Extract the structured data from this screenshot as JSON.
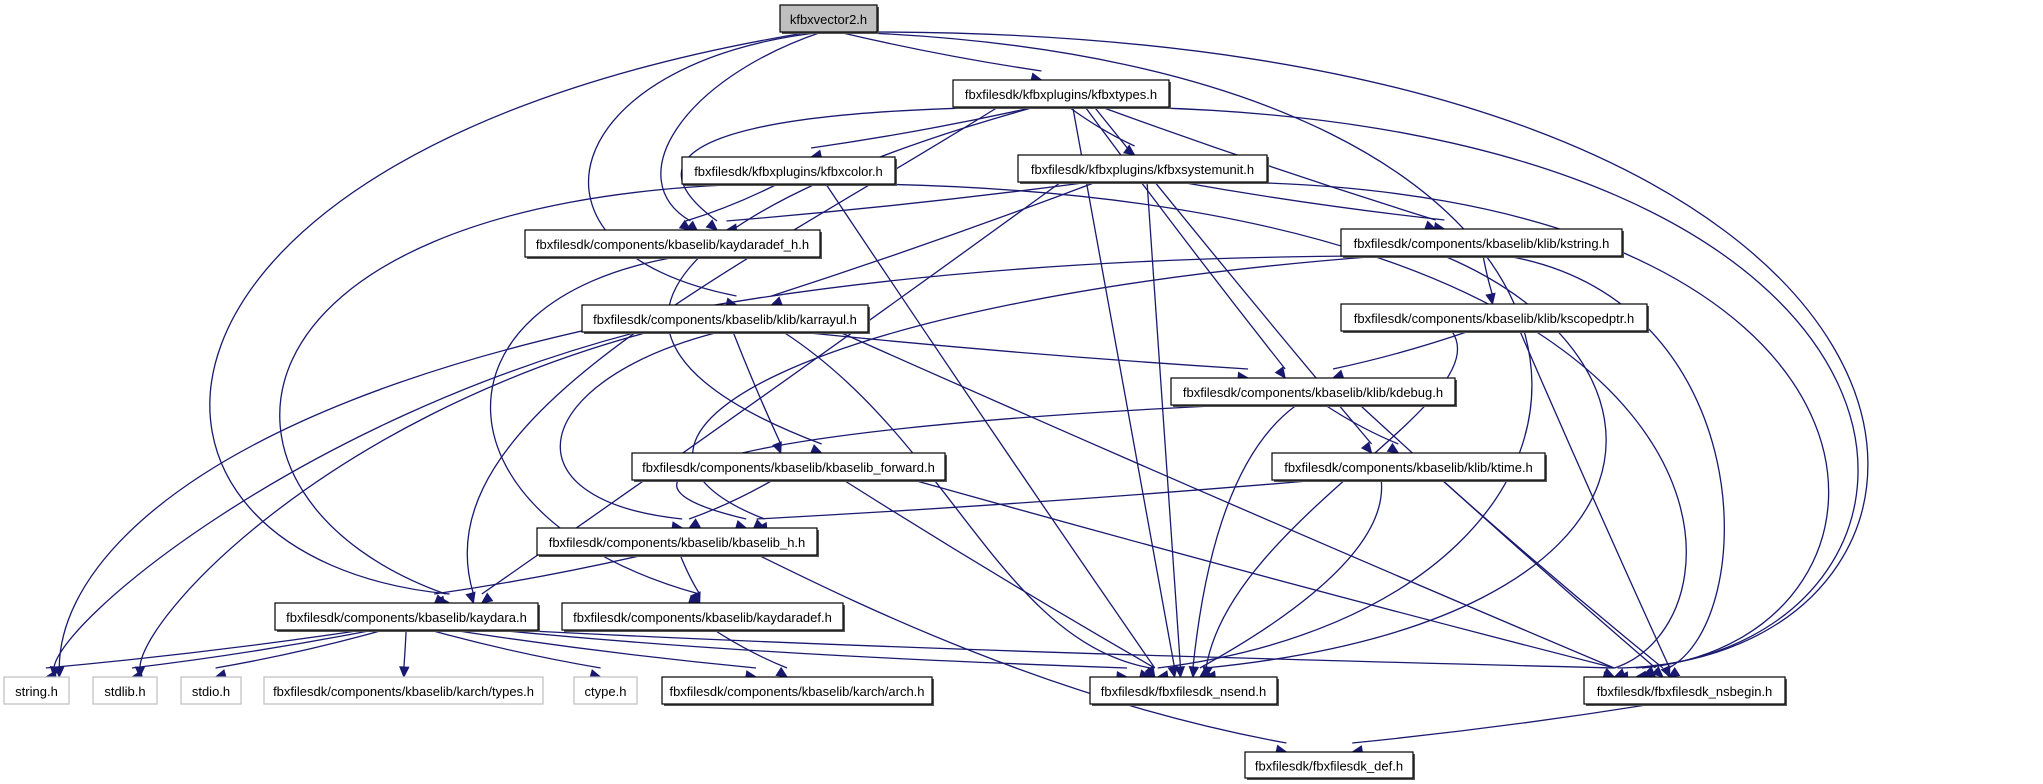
{
  "diagram": {
    "title": "kfbxvector2.h include dependency graph",
    "colors": {
      "edge": "#191970",
      "root_fill": "#bfbfbf",
      "node_border": "#000000",
      "external_border": "#bfbfbf"
    },
    "nodes": [
      {
        "id": "kfbxvector2",
        "label": "kfbxvector2.h",
        "kind": "root"
      },
      {
        "id": "kfbxtypes",
        "label": "fbxfilesdk/kfbxplugins/kfbxtypes.h",
        "kind": "internal"
      },
      {
        "id": "kfbxcolor",
        "label": "fbxfilesdk/kfbxplugins/kfbxcolor.h",
        "kind": "internal"
      },
      {
        "id": "kfbxsystemunit",
        "label": "fbxfilesdk/kfbxplugins/kfbxsystemunit.h",
        "kind": "internal"
      },
      {
        "id": "kaydaradef_h",
        "label": "fbxfilesdk/components/kbaselib/kaydaradef_h.h",
        "kind": "internal"
      },
      {
        "id": "kstring",
        "label": "fbxfilesdk/components/kbaselib/klib/kstring.h",
        "kind": "internal"
      },
      {
        "id": "karrayul",
        "label": "fbxfilesdk/components/kbaselib/klib/karrayul.h",
        "kind": "internal"
      },
      {
        "id": "kscopedptr",
        "label": "fbxfilesdk/components/kbaselib/klib/kscopedptr.h",
        "kind": "internal"
      },
      {
        "id": "kdebug",
        "label": "fbxfilesdk/components/kbaselib/klib/kdebug.h",
        "kind": "internal"
      },
      {
        "id": "kbaselib_forward",
        "label": "fbxfilesdk/components/kbaselib/kbaselib_forward.h",
        "kind": "internal"
      },
      {
        "id": "ktime",
        "label": "fbxfilesdk/components/kbaselib/klib/ktime.h",
        "kind": "internal"
      },
      {
        "id": "kbaselib_h",
        "label": "fbxfilesdk/components/kbaselib/kbaselib_h.h",
        "kind": "internal"
      },
      {
        "id": "kaydara",
        "label": "fbxfilesdk/components/kbaselib/kaydara.h",
        "kind": "internal"
      },
      {
        "id": "kaydaradef",
        "label": "fbxfilesdk/components/kbaselib/kaydaradef.h",
        "kind": "internal"
      },
      {
        "id": "string_h",
        "label": "string.h",
        "kind": "external"
      },
      {
        "id": "stdlib_h",
        "label": "stdlib.h",
        "kind": "external"
      },
      {
        "id": "stdio_h",
        "label": "stdio.h",
        "kind": "external"
      },
      {
        "id": "types_h",
        "label": "fbxfilesdk/components/kbaselib/karch/types.h",
        "kind": "external"
      },
      {
        "id": "ctype_h",
        "label": "ctype.h",
        "kind": "external"
      },
      {
        "id": "arch_h",
        "label": "fbxfilesdk/components/kbaselib/karch/arch.h",
        "kind": "internal"
      },
      {
        "id": "nsend",
        "label": "fbxfilesdk/fbxfilesdk_nsend.h",
        "kind": "internal"
      },
      {
        "id": "nsbegin",
        "label": "fbxfilesdk/fbxfilesdk_nsbegin.h",
        "kind": "internal"
      },
      {
        "id": "def",
        "label": "fbxfilesdk/fbxfilesdk_def.h",
        "kind": "internal"
      }
    ],
    "edges": [
      [
        "kfbxvector2",
        "kfbxtypes"
      ],
      [
        "kfbxvector2",
        "kaydaradef_h"
      ],
      [
        "kfbxvector2",
        "karrayul"
      ],
      [
        "kfbxvector2",
        "kaydara"
      ],
      [
        "kfbxvector2",
        "nsend"
      ],
      [
        "kfbxvector2",
        "nsbegin"
      ],
      [
        "kfbxtypes",
        "kfbxcolor"
      ],
      [
        "kfbxtypes",
        "kfbxsystemunit"
      ],
      [
        "kfbxtypes",
        "kaydaradef_h"
      ],
      [
        "kfbxtypes",
        "kstring"
      ],
      [
        "kfbxtypes",
        "kdebug"
      ],
      [
        "kfbxtypes",
        "ktime"
      ],
      [
        "kfbxtypes",
        "kbaselib_forward"
      ],
      [
        "kfbxtypes",
        "kaydara"
      ],
      [
        "kfbxtypes",
        "nsend"
      ],
      [
        "kfbxtypes",
        "nsbegin"
      ],
      [
        "kfbxcolor",
        "kaydaradef_h"
      ],
      [
        "kfbxcolor",
        "kaydara"
      ],
      [
        "kfbxcolor",
        "nsend"
      ],
      [
        "kfbxcolor",
        "nsbegin"
      ],
      [
        "kfbxsystemunit",
        "kaydaradef_h"
      ],
      [
        "kfbxsystemunit",
        "kstring"
      ],
      [
        "kfbxsystemunit",
        "karrayul"
      ],
      [
        "kfbxsystemunit",
        "kaydara"
      ],
      [
        "kfbxsystemunit",
        "nsend"
      ],
      [
        "kfbxsystemunit",
        "nsbegin"
      ],
      [
        "kaydaradef_h",
        "kaydaradef"
      ],
      [
        "kstring",
        "kscopedptr"
      ],
      [
        "kstring",
        "string_h"
      ],
      [
        "kstring",
        "kbaselib_h"
      ],
      [
        "kstring",
        "nsend"
      ],
      [
        "kstring",
        "nsbegin"
      ],
      [
        "karrayul",
        "kdebug"
      ],
      [
        "karrayul",
        "kbaselib_forward"
      ],
      [
        "karrayul",
        "kbaselib_h"
      ],
      [
        "karrayul",
        "string_h"
      ],
      [
        "karrayul",
        "stdlib_h"
      ],
      [
        "karrayul",
        "nsend"
      ],
      [
        "karrayul",
        "nsbegin"
      ],
      [
        "kscopedptr",
        "kdebug"
      ],
      [
        "kscopedptr",
        "nsend"
      ],
      [
        "kscopedptr",
        "nsbegin"
      ],
      [
        "kdebug",
        "ktime"
      ],
      [
        "kdebug",
        "kbaselib_h"
      ],
      [
        "kdebug",
        "nsend"
      ],
      [
        "kdebug",
        "nsbegin"
      ],
      [
        "ktime",
        "kbaselib_h"
      ],
      [
        "ktime",
        "nsend"
      ],
      [
        "ktime",
        "nsbegin"
      ],
      [
        "kbaselib_forward",
        "kbaselib_h"
      ],
      [
        "kbaselib_forward",
        "nsend"
      ],
      [
        "kbaselib_forward",
        "nsbegin"
      ],
      [
        "kbaselib_h",
        "kaydara"
      ],
      [
        "kbaselib_h",
        "kaydaradef"
      ],
      [
        "kbaselib_h",
        "def"
      ],
      [
        "kaydara",
        "string_h"
      ],
      [
        "kaydara",
        "stdlib_h"
      ],
      [
        "kaydara",
        "stdio_h"
      ],
      [
        "kaydara",
        "types_h"
      ],
      [
        "kaydara",
        "ctype_h"
      ],
      [
        "kaydara",
        "arch_h"
      ],
      [
        "kaydara",
        "nsend"
      ],
      [
        "kaydara",
        "nsbegin"
      ],
      [
        "kaydaradef",
        "arch_h"
      ],
      [
        "nsbegin",
        "def"
      ]
    ]
  }
}
